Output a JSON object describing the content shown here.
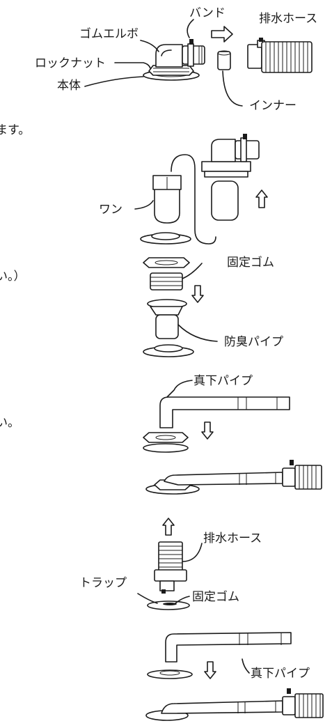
{
  "labels": {
    "band": "バンド",
    "drain_hose_top": "排水ホース",
    "rubber_elbow": "ゴムエルボ",
    "lock_nut": "ロックナット",
    "body": "本体",
    "inner": "インナー",
    "wan": "ワン",
    "fixing_rubber_1": "固定ゴム",
    "deodorizing_pipe": "防臭パイプ",
    "straight_pipe_1": "真下パイプ",
    "drain_hose_2": "排水ホース",
    "trap": "トラップ",
    "fixing_rubber_2": "固定ゴム",
    "straight_pipe_2": "真下パイプ"
  },
  "cut_text": {
    "line1": "ます。",
    "line2": "い。）",
    "line3": "い。"
  }
}
